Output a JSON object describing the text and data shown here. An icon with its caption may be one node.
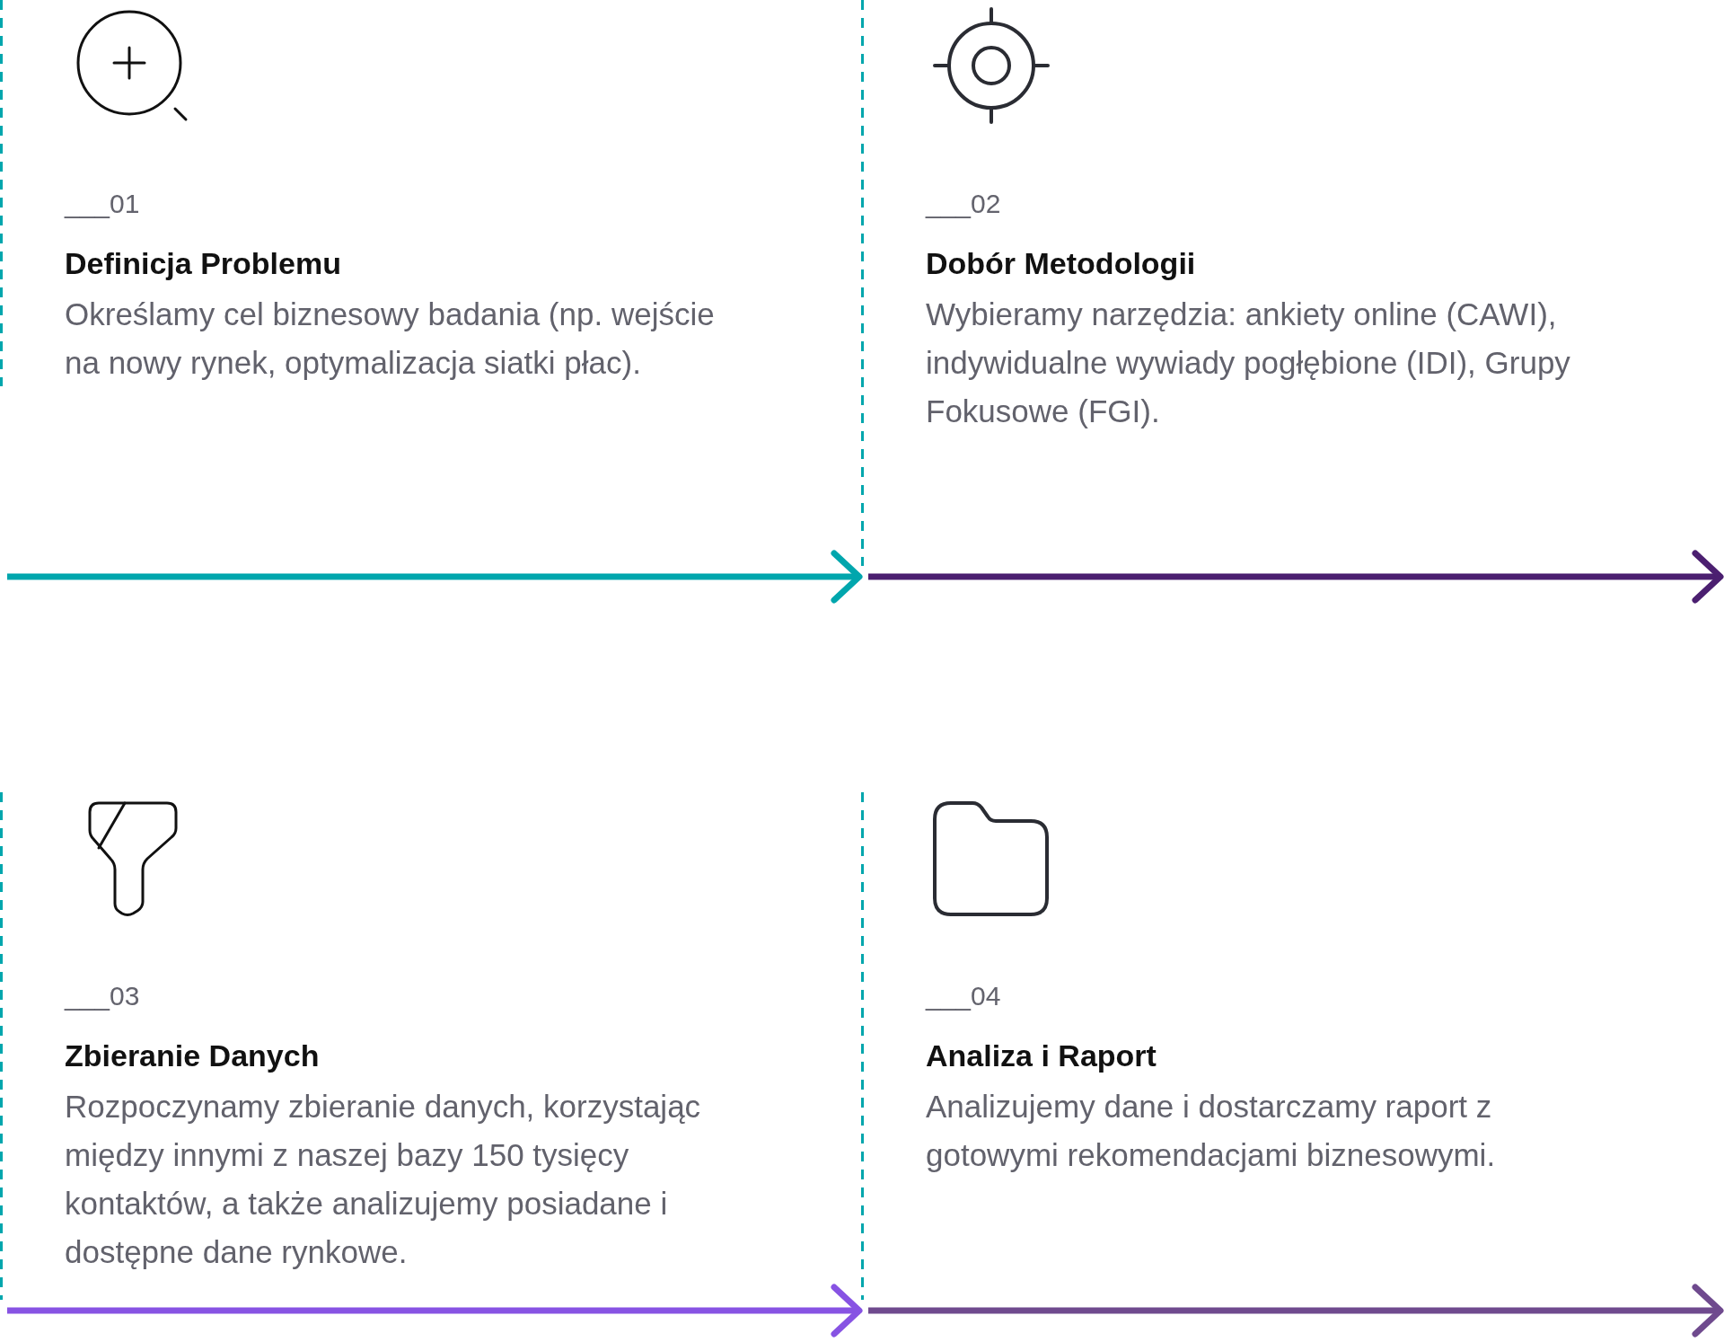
{
  "diagram": {
    "nodes": [
      {
        "text": [
          "___01",
          "Definicja Problemu",
          "Określamy cel biznesowy badania (np. wejście na nowy rynek, optymalizacja siatki płac)."
        ]
      },
      {
        "text": [
          "___02",
          "Dobór Metodologii",
          "Wybieramy narzędzia: ankiety online (CAWI), indywidualne wywiady pogłębione (IDI), Grupy Fokusowe (FGI)."
        ]
      },
      {
        "text": [
          "___03",
          "Zbieranie Danych",
          "Rozpoczynamy zbieranie danych, korzystając między innymi z naszej bazy 150 tysięcy kontaktów, a także analizujemy posiadane i dostępne dane rynkowe."
        ]
      },
      {
        "text": [
          "___04",
          "Analiza i Raport",
          "Analizujemy dane i dostarczamy raport z gotowymi rekomendacjami biznesowymi."
        ]
      }
    ],
    "edges": [
      {
        "from": 0,
        "to": 1,
        "arrow": "to",
        "color": "#00a6ad"
      },
      {
        "from": 1,
        "to": null,
        "arrow": "to",
        "color": "#4b1f70"
      },
      {
        "from": 2,
        "to": 3,
        "arrow": "to",
        "color": "#8753e3"
      },
      {
        "from": 3,
        "to": null,
        "arrow": "to",
        "color": "#6f4a8e"
      }
    ]
  }
}
